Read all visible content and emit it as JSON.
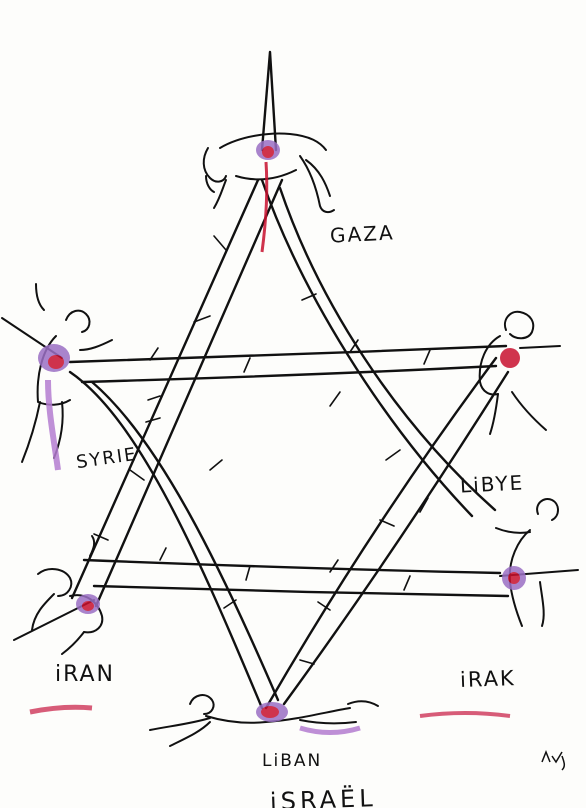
{
  "labels": {
    "gaza": "GAZA",
    "syrie": "SYRIE",
    "libye": "LiBYE",
    "iran": "iRAN",
    "irak": "iRAK",
    "liban": "LiBAN",
    "bottom_caption": "iSRAËL"
  },
  "colors": {
    "ink": "#111111",
    "blood": "#c8102e",
    "bruise": "#9b6fc4",
    "paper": "#fdfdfb"
  }
}
